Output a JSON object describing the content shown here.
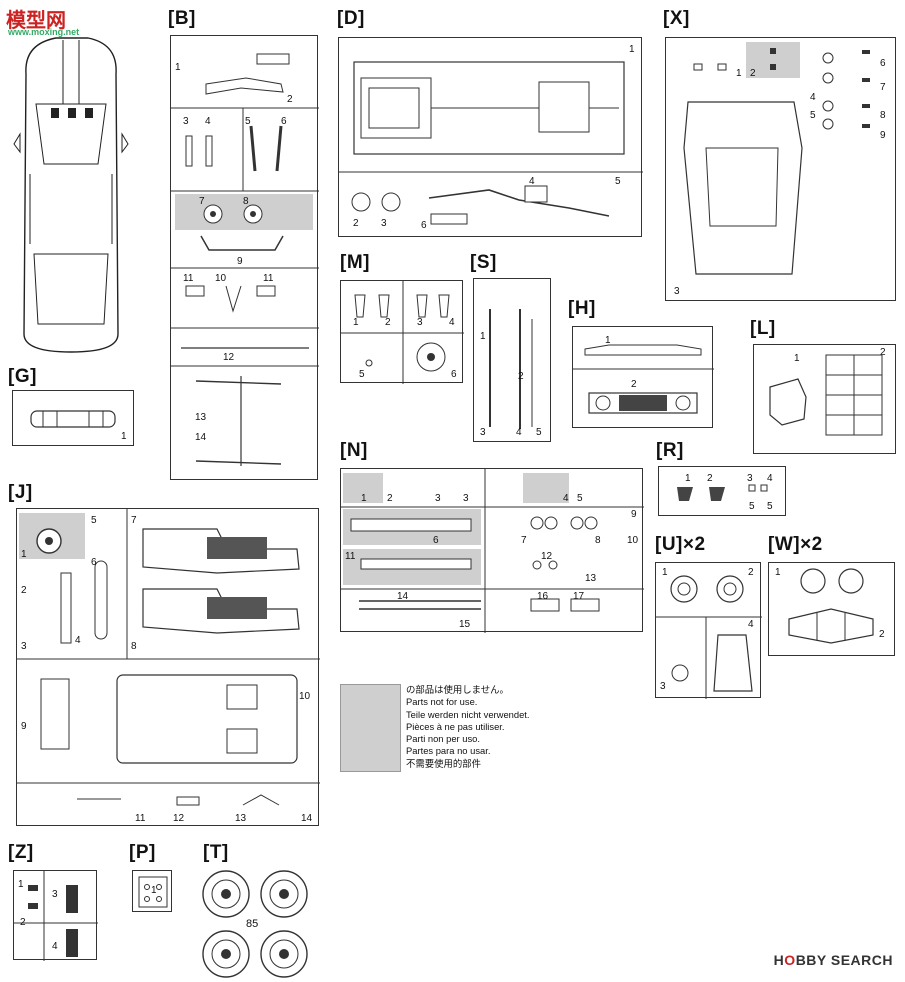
{
  "watermark": {
    "logo": "模型网",
    "url": "www.moxing.net"
  },
  "sprues": {
    "B": "[B]",
    "D": "[D]",
    "X": "[X]",
    "G": "[G]",
    "M": "[M]",
    "S": "[S]",
    "H": "[H]",
    "L": "[L]",
    "J": "[J]",
    "N": "[N]",
    "R": "[R]",
    "U": "[U]×2",
    "W": "[W]×2",
    "Z": "[Z]",
    "P": "[P]",
    "T": "[T]"
  },
  "tire_code": "85",
  "legend": {
    "lines": [
      "の部品は使用しません。",
      "Parts not for use.",
      "Teile werden nicht verwendet.",
      "Pièces à ne pas utiliser.",
      "Parti non per uso.",
      "Partes para no usar.",
      "不需要使用的部件"
    ]
  },
  "footer": {
    "brand_a": "H",
    "brand_b": "O",
    "brand_rest": "BBY SEARCH"
  },
  "colors": {
    "unused": "#cfcfcf",
    "line": "#333333",
    "watermark": "#cc2222"
  }
}
